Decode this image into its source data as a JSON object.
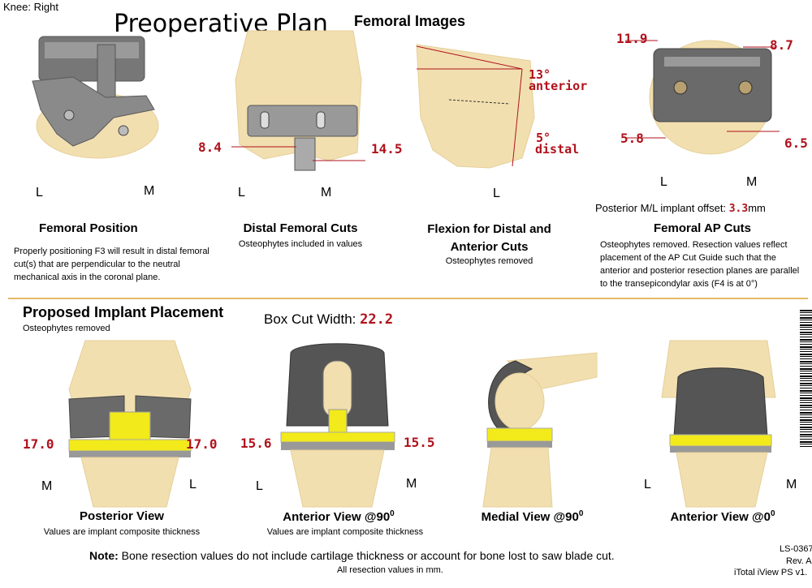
{
  "header": {
    "knee_side": "Knee: Right",
    "title": "Preoperative Plan",
    "femoral_images": "Femoral Images"
  },
  "femoral_position": {
    "left_label": "L",
    "right_label": "M",
    "title": "Femoral Position",
    "description": "Properly positioning F3 will result in distal femoral cut(s) that are perpendicular to the neutral mechanical axis in the coronal plane."
  },
  "distal_femoral_cuts": {
    "left_value": "8.4",
    "right_value": "14.5",
    "left_label": "L",
    "right_label": "M",
    "title": "Distal Femoral Cuts",
    "subtitle": "Osteophytes included in values"
  },
  "flexion": {
    "anterior_value": "13°",
    "anterior_label": "anterior",
    "distal_value": "5°",
    "distal_label": "distal",
    "bottom_label": "L",
    "title_line1": "Flexion for Distal and",
    "title_line2": "Anterior Cuts",
    "subtitle": "Osteophytes removed"
  },
  "femoral_ap": {
    "top_left_value": "11.9",
    "top_right_value": "8.7",
    "bottom_left_value": "5.8",
    "bottom_right_value": "6.5",
    "left_label": "L",
    "right_label": "M",
    "offset_prefix": "Posterior M/L implant offset: ",
    "offset_value": "3.3",
    "offset_unit": "mm",
    "title": "Femoral AP Cuts",
    "description": "Osteophytes removed. Resection values reflect placement of the AP Cut Guide such that the anterior and posterior resection planes are parallel to the transepicondylar axis (F4 is at 0°)"
  },
  "implant": {
    "title": "Proposed Implant Placement",
    "subtitle": "Osteophytes removed",
    "box_cut_label": "Box Cut Width: ",
    "box_cut_value": "22.2"
  },
  "posterior_view": {
    "left_value": "17.0",
    "right_value": "17.0",
    "left_label": "M",
    "right_label": "L",
    "title": "Posterior View",
    "subtitle": "Values are implant composite thickness"
  },
  "anterior_90": {
    "left_value": "15.6",
    "right_value": "15.5",
    "left_label": "L",
    "right_label": "M",
    "title": "Anterior View @90",
    "title_sup": "0",
    "subtitle": "Values are implant composite thickness"
  },
  "medial_90": {
    "title": "Medial View @90",
    "title_sup": "0"
  },
  "anterior_0": {
    "left_label": "L",
    "right_label": "M",
    "title": "Anterior View @0",
    "title_sup": "0"
  },
  "footer": {
    "note_label": "Note:",
    "note_text": " Bone resection values do not include cartilage thickness or account for bone lost to saw blade cut.",
    "units_note": "All resection values in mm.",
    "doc_code": "LS-0367",
    "revision": "Rev. A",
    "product": "iTotal iView PS v1."
  },
  "colors": {
    "bone": "#f2dfb0",
    "implant_metal": "#6a6a6a",
    "poly_insert": "#f2ea1a",
    "value_red": "#b0121c",
    "divider": "#e6b86a"
  }
}
